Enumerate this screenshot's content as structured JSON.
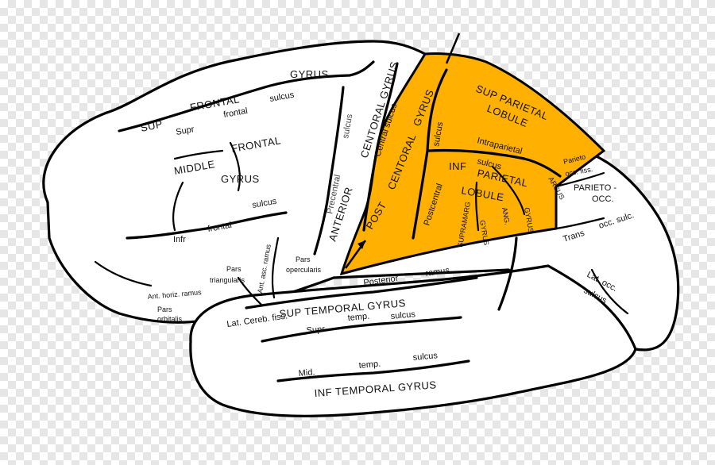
{
  "colors": {
    "highlight": "#FFB000",
    "outline": "#000000",
    "background": "#ffffff"
  },
  "labels": {
    "sup_frontal_gyrus": [
      "GYRUS",
      "SUP",
      "FRONTAL",
      "Supr",
      "frontal",
      "sulcus"
    ],
    "middle_frontal": [
      "MIDDLE",
      "FRONTAL",
      "GYRUS"
    ],
    "inf_frontal_sulcus": [
      "Infr",
      "frontal",
      "sulcus"
    ],
    "ant_central": [
      "ANTERIOR",
      "CENTORAL GYRUS",
      "Precentral",
      "sulcus",
      "Central sulcus"
    ],
    "post_central": [
      "POST",
      "CENTORAL",
      "GYRUS",
      "Postcentral",
      "sulcus"
    ],
    "sup_parietal": [
      "SUP PARIETAL",
      "LOBULE",
      "Intraparietal",
      "sulcus"
    ],
    "inf_parietal": [
      "INF",
      "PARIETAL",
      "LOBULE",
      "SUPRAMARG",
      "GYRUS",
      "ANG.",
      "GYRUS"
    ],
    "occipital": [
      "Parieto",
      "occ. fiss.",
      "ARCUS",
      "PARIETO -",
      "OCC.",
      "Trans",
      "occ. sulc.",
      "Lat. occ.",
      "sulcus"
    ],
    "frontal_parts": [
      "Pars",
      "triangularis",
      "Pars",
      "opercularis",
      "Ant. asc. ramus",
      "Ant. horiz. ramus",
      "Pars",
      "orbitalis"
    ],
    "temporal": [
      "Posterior",
      "ramus",
      "Lat. Cereb. fiss.",
      "SUP TEMPORAL GYRUS",
      "Supr",
      "temp.",
      "sulcus",
      "Mid.",
      "temp.",
      "sulcus",
      "INF TEMPORAL GYRUS"
    ]
  }
}
